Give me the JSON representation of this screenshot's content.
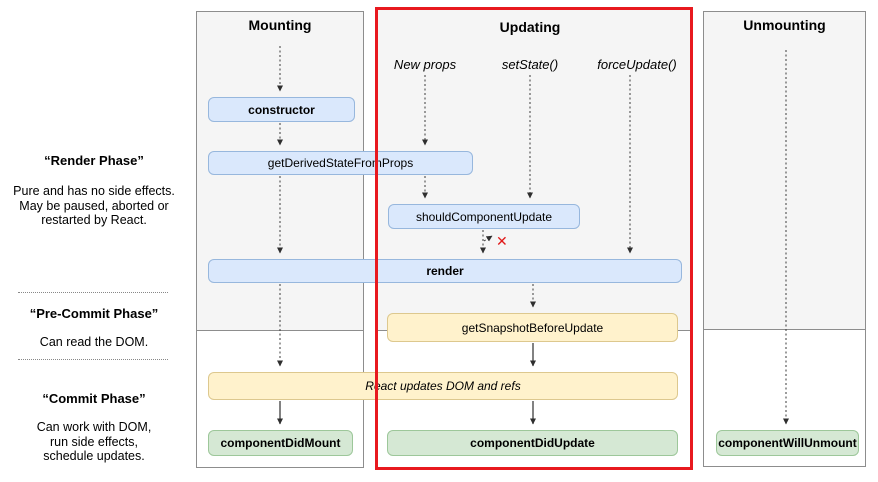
{
  "columns": {
    "mounting": {
      "title": "Mounting"
    },
    "updating": {
      "title": "Updating"
    },
    "unmounting": {
      "title": "Unmounting"
    }
  },
  "phases": {
    "render": {
      "title": "“Render Phase”",
      "description": "Pure and has no side effects.\nMay be paused, aborted or\nrestarted by React."
    },
    "pre_commit": {
      "title": "“Pre-Commit Phase”",
      "description": "Can read the DOM."
    },
    "commit": {
      "title": "“Commit Phase”",
      "description": "Can work with DOM,\nrun side effects,\nschedule updates."
    }
  },
  "triggers": {
    "new_props": "New props",
    "set_state": "setState()",
    "force_update": "forceUpdate()"
  },
  "nodes": {
    "constructor": "constructor",
    "get_derived_state_from_props": "getDerivedStateFromProps",
    "should_component_update": "shouldComponentUpdate",
    "render": "render",
    "get_snapshot_before_update": "getSnapshotBeforeUpdate",
    "react_updates_dom": "React updates DOM and refs",
    "component_did_mount": "componentDidMount",
    "component_did_update": "componentDidUpdate",
    "component_will_unmount": "componentWillUnmount"
  },
  "symbols": {
    "skip_mark": "✕"
  },
  "colors": {
    "column_bg": "#f5f5f5",
    "column_border": "#8d8d8d",
    "highlight_border": "#e8191f",
    "blue_fill": "#dae8fc",
    "blue_border": "#97b7dd",
    "yellow_fill": "#fff2cc",
    "yellow_border": "#ddc88e",
    "green_fill": "#d5e8d4",
    "green_border": "#9dc79a",
    "x_color": "#e01919"
  }
}
